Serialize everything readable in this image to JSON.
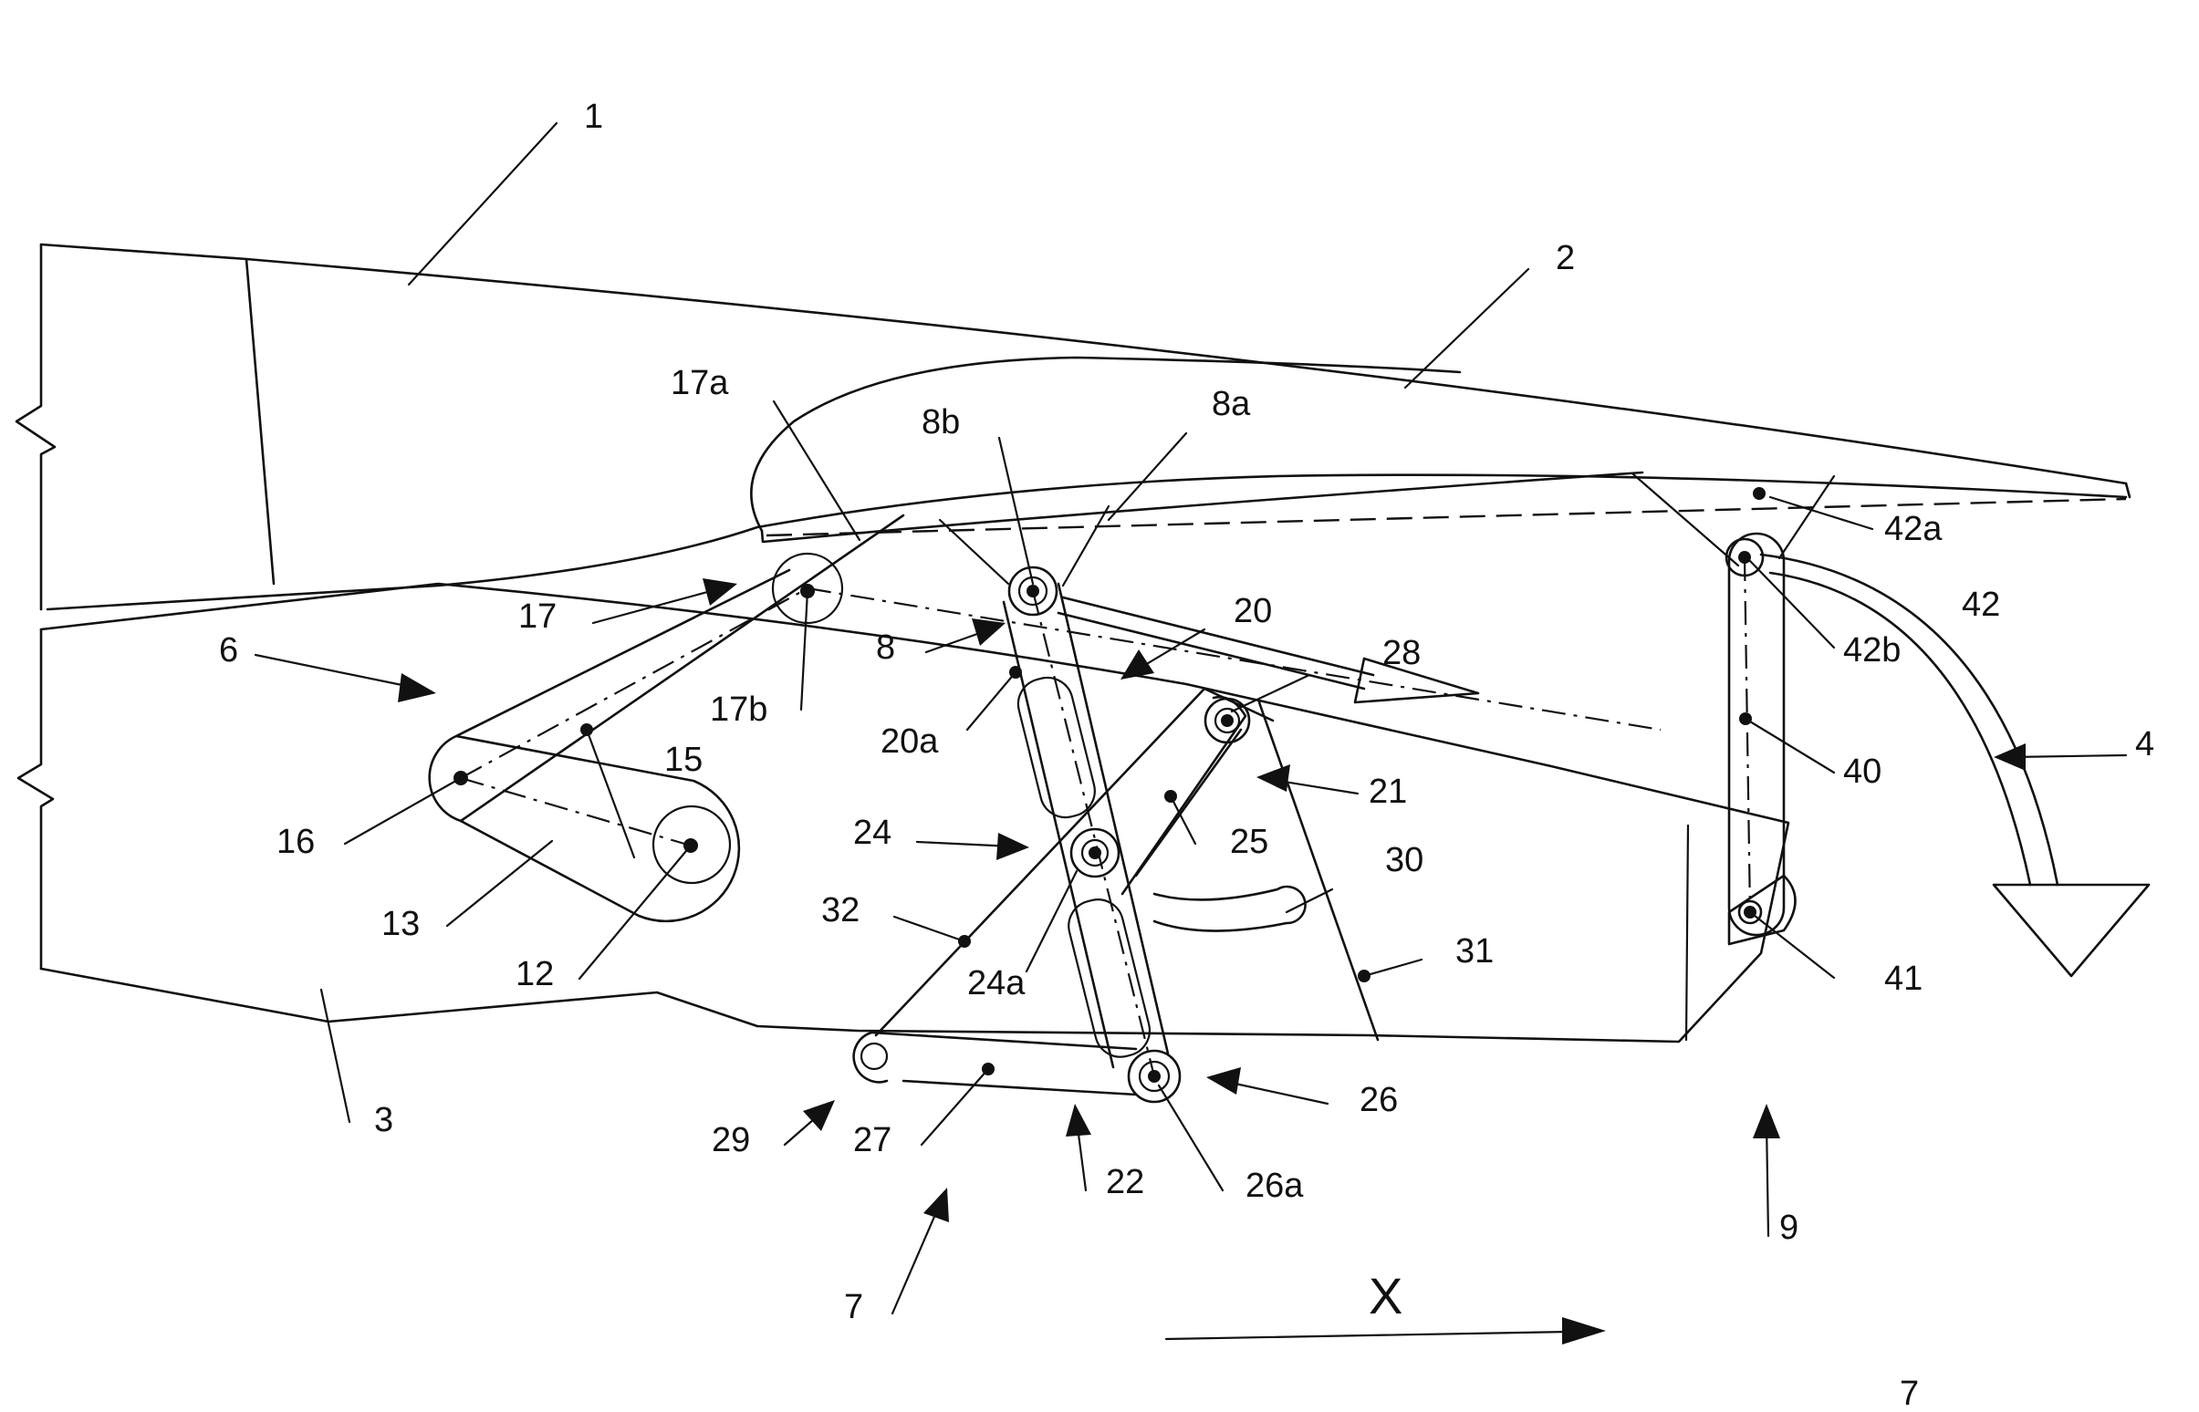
{
  "figure": {
    "ref_labels": {
      "l1": "1",
      "l2": "2",
      "l3": "3",
      "l4": "4",
      "l6": "6",
      "l7": "7",
      "l8": "8",
      "l8a": "8a",
      "l8b": "8b",
      "l9": "9",
      "l12": "12",
      "l13": "13",
      "l15": "15",
      "l16": "16",
      "l17": "17",
      "l17a": "17a",
      "l17b": "17b",
      "l20": "20",
      "l20a": "20a",
      "l21": "21",
      "l22": "22",
      "l24": "24",
      "l24a": "24a",
      "l25": "25",
      "l26": "26",
      "l26a": "26a",
      "l27": "27",
      "l28": "28",
      "l29": "29",
      "l30": "30",
      "l31": "31",
      "l32": "32",
      "l40": "40",
      "l41": "41",
      "l42": "42",
      "l42a": "42a",
      "l42b": "42b"
    },
    "axis_label": "X",
    "sheet_mark": "7"
  }
}
